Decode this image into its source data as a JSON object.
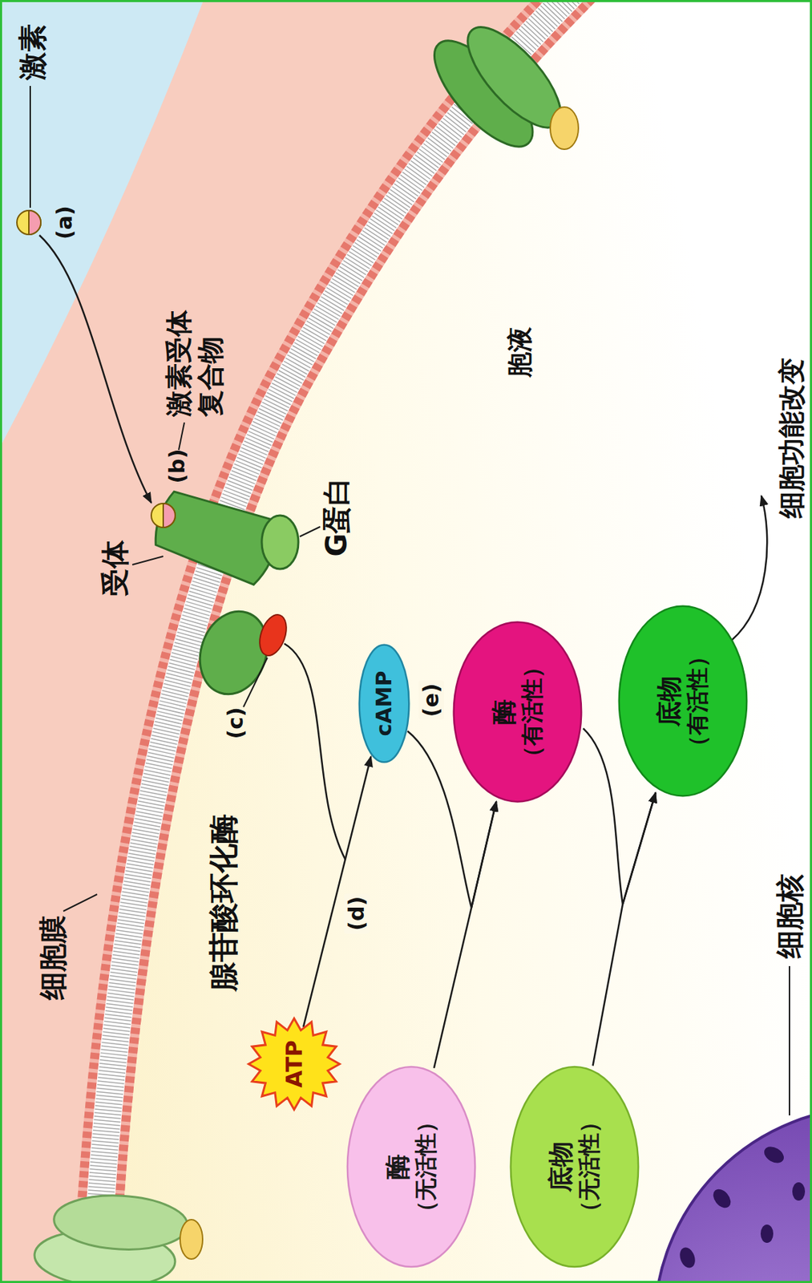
{
  "diagram": {
    "nodes": [
      {
        "text": [
          "ATP"
        ]
      },
      {
        "text": [
          "cAMP"
        ]
      },
      {
        "text": [
          "酶",
          "（无活性）"
        ]
      },
      {
        "text": [
          "酶",
          "（有活性）"
        ]
      },
      {
        "text": [
          "底物",
          "（无活性）"
        ]
      },
      {
        "text": [
          "底物",
          "（有活性）"
        ]
      }
    ],
    "edges": [
      {
        "from": 0,
        "to": 1,
        "arrow": "to",
        "label": "(d)"
      },
      {
        "from": 1,
        "to": 3,
        "arrow": "to",
        "label": "(e)"
      },
      {
        "from": 2,
        "to": 3,
        "arrow": "to"
      },
      {
        "from": 4,
        "to": 5,
        "arrow": "to"
      },
      {
        "from": 3,
        "to": 5,
        "arrow": "to"
      }
    ],
    "labels": [
      "激素",
      "(a)",
      "激素受体复合物",
      "(b)",
      "受体",
      "G蛋白",
      "细胞膜",
      "(c)",
      "腺苷酸环化酶",
      "胞液",
      "细胞功能改变",
      "细胞核"
    ]
  }
}
